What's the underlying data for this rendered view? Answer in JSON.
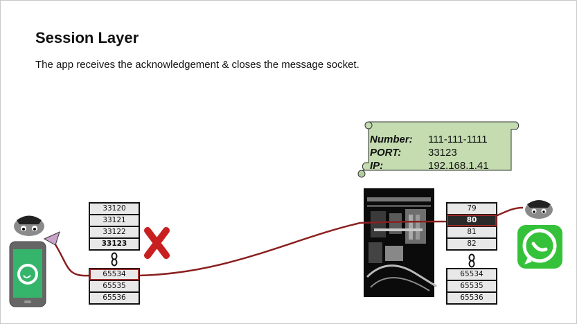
{
  "slide": {
    "title": "Session Layer",
    "subtitle": "The app receives the acknowledgement & closes the message socket."
  },
  "left_stack_top": [
    "33120",
    "33121",
    "33122",
    "33123"
  ],
  "left_stack_bottom": [
    "65534",
    "65535",
    "65536"
  ],
  "right_stack_top": [
    "79",
    "80",
    "81",
    "82"
  ],
  "right_stack_bottom": [
    "65534",
    "65535",
    "65536"
  ],
  "scroll": {
    "rows": [
      {
        "key": "Number:",
        "value": "111-111-1111"
      },
      {
        "key": "PORT:",
        "value": "33123"
      },
      {
        "key": "IP:",
        "value": "192.168.1.41"
      }
    ]
  },
  "colors": {
    "connection": "#8b2020",
    "scroll_fill": "#c4dcb0",
    "close_mark": "#c82020",
    "whatsapp_green": "#35c23a"
  }
}
